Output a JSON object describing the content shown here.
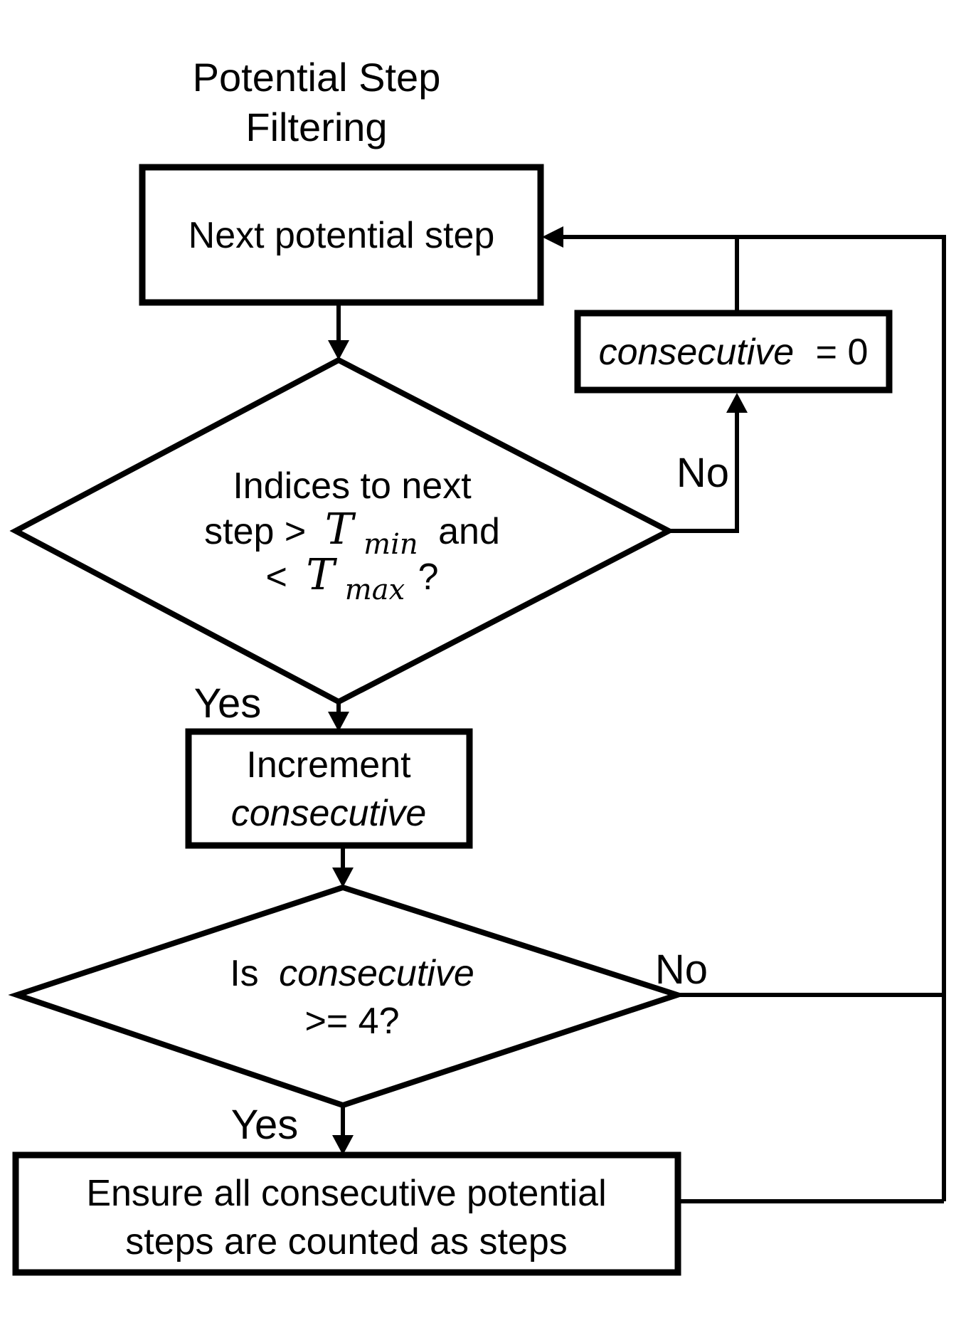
{
  "title": {
    "line1": "Potential Step",
    "line2": "Filtering"
  },
  "boxes": {
    "next_step": {
      "label": "Next potential step"
    },
    "consecutive_zero": {
      "var": "consecutive",
      "rest": "= 0"
    },
    "increment": {
      "line1": "Increment",
      "line2": "consecutive"
    },
    "ensure": {
      "line1": "Ensure all consecutive potential",
      "line2": "steps are counted as steps"
    }
  },
  "diamonds": {
    "threshold": {
      "line1": "Indices to next",
      "line2_prefix": "step >",
      "line2_var": "T",
      "line2_sub": "min",
      "line2_suffix": "and",
      "line3_prefix": "<",
      "line3_var": "T",
      "line3_sub": "max",
      "line3_suffix": "?"
    },
    "count": {
      "line1_prefix": "Is",
      "line1_var": "consecutive",
      "line2": ">= 4?"
    }
  },
  "branch_labels": {
    "threshold_no": "No",
    "threshold_yes": "Yes",
    "count_no": "No",
    "count_yes": "Yes"
  },
  "colors": {
    "ink": "#000000",
    "background": "#ffffff"
  }
}
